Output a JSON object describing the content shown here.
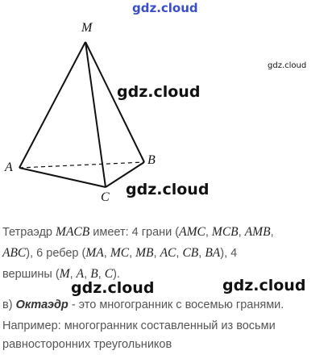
{
  "watermarks": {
    "top": "gdz.cloud",
    "small": "gdz.cloud",
    "mid": "gdz.cloud",
    "low": "gdz.cloud",
    "text_left": "gdz.cloud",
    "text_right": "gdz.cloud"
  },
  "figure": {
    "vertices": {
      "M": "M",
      "A": "A",
      "B": "B",
      "C": "C"
    }
  },
  "text": {
    "line1_pre": "Тетраэдр ",
    "line1_name": "MACB",
    "line1_mid": " имеет: 4 грани (",
    "line1_f1": "AMC",
    "line1_f2": "MCB",
    "line1_f3": "AMB",
    "sep": ", ",
    "line2_f4": "ABC",
    "line2_mid": "), 6 ребер (",
    "line2_e1": "MA",
    "line2_e2": "MC",
    "line2_e3": "MB",
    "line2_e4": "AC",
    "line2_e5": "CB",
    "line2_e6": "BA",
    "line2_end": "), 4",
    "line3_pre": "вершины (",
    "line3_v1": "M",
    "line3_v2": "A",
    "line3_v3": "B",
    "line3_v4": "C",
    "line3_end": ").",
    "line4_pre": "в) ",
    "line4_term": "Октаэдр",
    "line4_post": " - это многогранник с восемью гранями.",
    "line5": "Например: многогранник составленный из восьми",
    "line6": "равносторонних треугольников"
  }
}
